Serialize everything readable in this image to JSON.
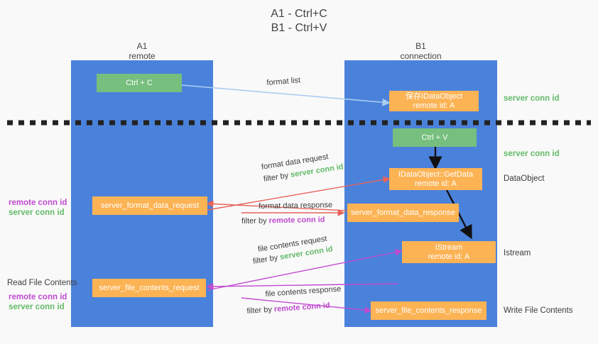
{
  "title": {
    "line1": "A1 - Ctrl+C",
    "line2": "B1 - Ctrl+V"
  },
  "columns": [
    {
      "id": "a1",
      "name": "A1",
      "role": "remote"
    },
    {
      "id": "b1",
      "name": "B1",
      "role": "connection"
    }
  ],
  "nodes": {
    "ctrl_c": "Ctrl + C",
    "save_idataobject": "保存IDataObject\nremote id: A",
    "ctrl_v": "Ctrl + V",
    "getdata": "IDataObject::GetData\nremote id: A",
    "istream": "IStream\nremote id: A",
    "server_format_data_request": "server_format_data_request",
    "server_format_data_response": "server_format_data_response",
    "server_file_contents_request": "server_file_contents_request",
    "server_file_contents_response": "server_file_contents_response"
  },
  "edges": {
    "format_list": "format list",
    "format_data_request": "format data request",
    "format_data_request_filter_prefix": "filter by ",
    "format_data_request_filter_key": "server conn id",
    "format_data_response": "format data response",
    "format_data_response_filter_prefix": "filter by ",
    "format_data_response_filter_key": "remote conn id",
    "file_contents_request": "file contents request",
    "file_contents_request_filter_prefix": "filter by ",
    "file_contents_request_filter_key": "server conn id",
    "file_contents_response": "file contents response",
    "file_contents_response_filter_prefix": "filter by ",
    "file_contents_response_filter_key": "remote conn id"
  },
  "annotations": {
    "right_server_conn_id_top": "server conn id",
    "right_server_conn_id_mid": "server conn id",
    "right_dataobject": "DataObject",
    "right_istream": "Istream",
    "right_write_file_contents": "Write File Contents",
    "left_read_file_contents": "Read File Contents",
    "left_remote_conn_id_1": "remote conn id",
    "left_server_conn_id_1": "server conn id",
    "left_remote_conn_id_2": "remote conn id",
    "left_server_conn_id_2": "server conn id"
  },
  "colors": {
    "lane_blue": "#4a82db",
    "node_orange": "#fcb354",
    "node_green": "#76bf7e",
    "accent_green": "#63ba68",
    "accent_magenta": "#c04ad0",
    "arrow_red": "#e8625a",
    "arrow_light_blue": "#a9cdf0",
    "arrow_black": "#111111",
    "background": "#f9f9f9"
  }
}
